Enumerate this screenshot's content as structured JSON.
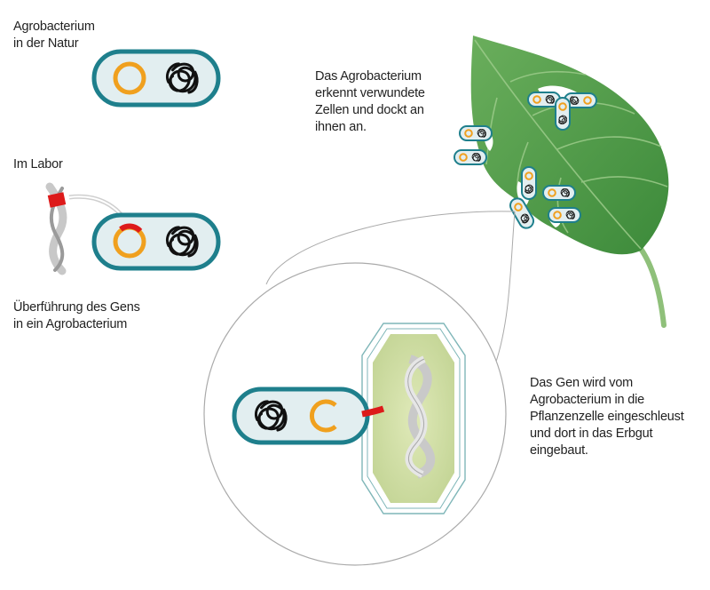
{
  "labels": {
    "nature": [
      "Agrobacterium",
      "in der Natur"
    ],
    "lab": "Im Labor",
    "transfer": [
      "Überführung des Gens",
      "in ein Agrobacterium"
    ],
    "docking": [
      "Das Agrobacterium",
      "erkennt verwundete",
      "Zellen und dockt an",
      "ihnen an."
    ],
    "integration": [
      "Das Gen wird vom",
      "Agrobacterium in die",
      "Pflanzenzelle eingeschleust",
      "und dort in das Erbgut",
      "eingebaut."
    ]
  },
  "colors": {
    "bacterium_outline": "#1e7f8c",
    "bacterium_fill": "#e2eef0",
    "plasmid": "#f0a01e",
    "gene": "#dd1a1a",
    "leaf": "#4e9a45",
    "plant_cell": "#d3e0a9",
    "dna_strand": "#cfcfcf"
  }
}
